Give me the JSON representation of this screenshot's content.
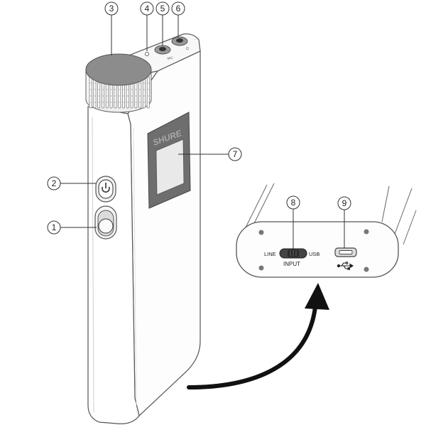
{
  "callouts": [
    {
      "num": "1"
    },
    {
      "num": "2"
    },
    {
      "num": "3"
    },
    {
      "num": "4"
    },
    {
      "num": "5"
    },
    {
      "num": "6"
    },
    {
      "num": "7"
    },
    {
      "num": "8"
    },
    {
      "num": "9"
    }
  ],
  "device": {
    "brand": "SHURE",
    "jack_label_mic": "MIC",
    "jack_label_headphone": "Ω"
  },
  "bottom_panel": {
    "switch_left_label": "LINE",
    "switch_right_label": "USB",
    "switch_caption": "INPUT",
    "usb_symbol": "usb-symbol-icon"
  },
  "colors": {
    "body_fill": "#ffffff",
    "outline": "#555555",
    "screen_bezel": "#6e6e6e",
    "screen": "#e9e9e9",
    "knob_top": "#8c8c8c",
    "arrow": "#111111"
  }
}
